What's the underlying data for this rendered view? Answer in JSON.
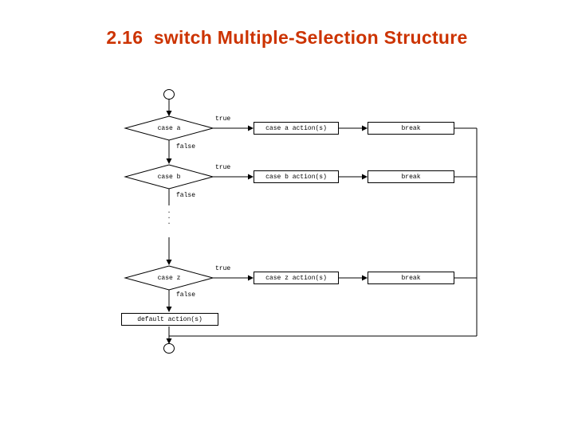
{
  "title": "2.16  switch Multiple-Selection Structure",
  "colors": {
    "title": "#cc3300",
    "stroke": "#000000",
    "background": "#ffffff"
  },
  "flowchart": {
    "type": "flowchart",
    "start_symbol": "",
    "end_symbol": "",
    "dots": ".\n.\n.",
    "branches": [
      {
        "condition": "case a",
        "true_label": "true",
        "false_label": "false",
        "action": "case a action(s)",
        "break": "break"
      },
      {
        "condition": "case b",
        "true_label": "true",
        "false_label": "false",
        "action": "case b action(s)",
        "break": "break"
      },
      {
        "condition": "case z",
        "true_label": "true",
        "false_label": "false",
        "action": "case z action(s)",
        "break": "break"
      }
    ],
    "default_action": "default action(s)"
  }
}
